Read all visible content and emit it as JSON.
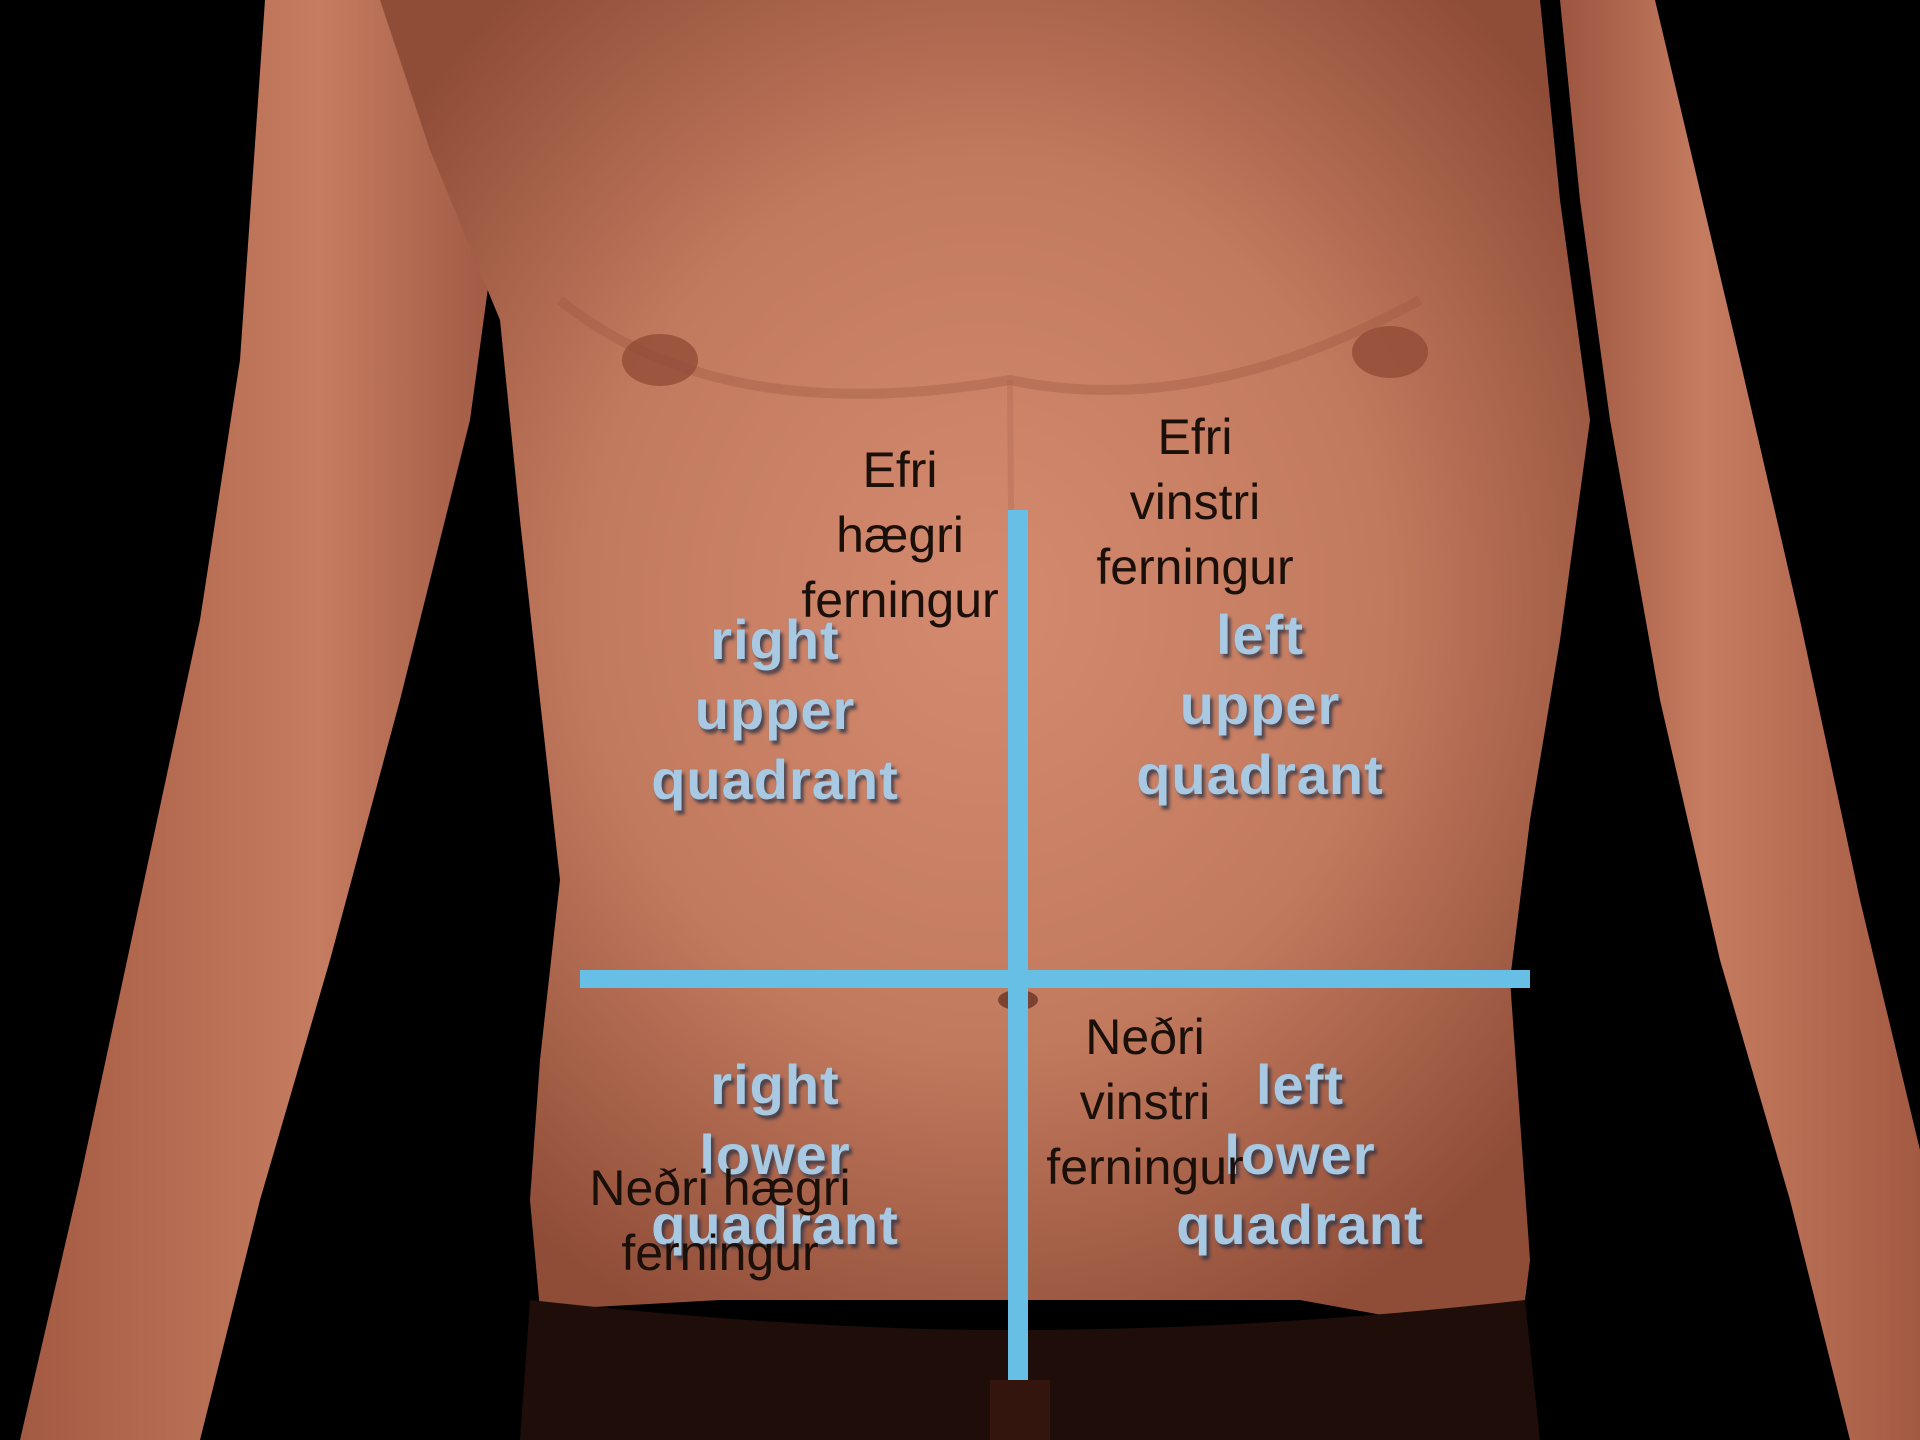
{
  "colors": {
    "background": "#000000",
    "skin": "#c98066",
    "skin_shadow": "#8a4a36",
    "divider_lines": "#67bfe6",
    "english_label": "#a9c9e2",
    "icelandic_label": "#1b0f0a"
  },
  "photo": {
    "subject_icon": "male-torso-photo"
  },
  "quadrants": {
    "right_upper": {
      "en": [
        "right",
        "upper",
        "quadrant"
      ],
      "is": [
        "Efri",
        "hægri",
        "ferningur"
      ]
    },
    "left_upper": {
      "en": [
        "left",
        "upper",
        "quadrant"
      ],
      "is": [
        "Efri",
        "vinstri",
        "ferningur"
      ]
    },
    "right_lower": {
      "en": [
        "right",
        "lower",
        "quadrant"
      ],
      "is": [
        "Neðri hægri",
        "ferningur"
      ]
    },
    "left_lower": {
      "en": [
        "left",
        "lower",
        "quadrant"
      ],
      "is": [
        "Neðri",
        "vinstri",
        "ferningur"
      ]
    }
  }
}
